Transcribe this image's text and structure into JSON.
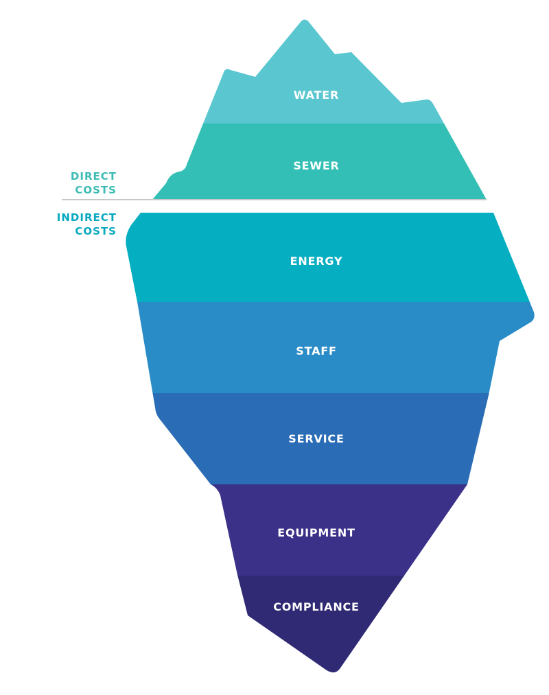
{
  "above_label": {
    "line1": "DIRECT",
    "line2": "COSTS",
    "color": "#3cbcb4"
  },
  "below_label": {
    "line1": "INDIRECT",
    "line2": "COSTS",
    "color": "#08a8bf"
  },
  "separator_color": "#c8c8c8",
  "layers": [
    {
      "label": "WATER",
      "color": "#5ac7d0"
    },
    {
      "label": "SEWER",
      "color": "#33bfb5"
    },
    {
      "label": "ENERGY",
      "color": "#05aec1"
    },
    {
      "label": "STAFF",
      "color": "#2a8cc6"
    },
    {
      "label": "SERVICE",
      "color": "#2a6cb5"
    },
    {
      "label": "EQUIPMENT",
      "color": "#3b3189"
    },
    {
      "label": "COMPLIANCE",
      "color": "#2f2a73"
    }
  ]
}
